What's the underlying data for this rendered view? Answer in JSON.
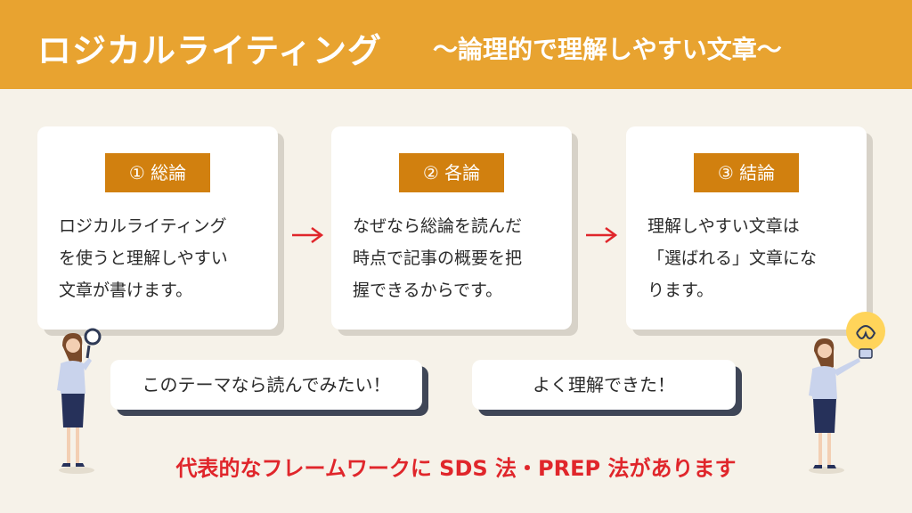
{
  "header": {
    "title": "ロジカルライティング",
    "subtitle": "～論理的で理解しやすい文章～"
  },
  "cards": [
    {
      "badge": "① 総論",
      "lines": [
        "ロジカルライティング",
        "を使うと理解しやすい",
        "文章が書けます。"
      ]
    },
    {
      "badge": "② 各論",
      "lines": [
        "なぜなら総論を読んだ",
        "時点で記事の概要を把",
        "握できるからです。"
      ]
    },
    {
      "badge": "③ 結論",
      "lines": [
        "理解しやすい文章は",
        "「選ばれる」文章にな",
        "ります。"
      ]
    }
  ],
  "bubbles": {
    "left": "このテーマなら読んでみたい！",
    "right": "よく理解できた！"
  },
  "footer": {
    "text": "代表的なフレームワークに SDS 法・PREP 法があります"
  },
  "colors": {
    "header_bg": "#e8a330",
    "badge_bg": "#d1800f",
    "arrow": "#e0262b",
    "footer_text": "#e0262b",
    "background": "#f6f2e9"
  },
  "icons": [
    "arrow-right-icon",
    "magnifier-icon",
    "lightbulb-icon"
  ]
}
